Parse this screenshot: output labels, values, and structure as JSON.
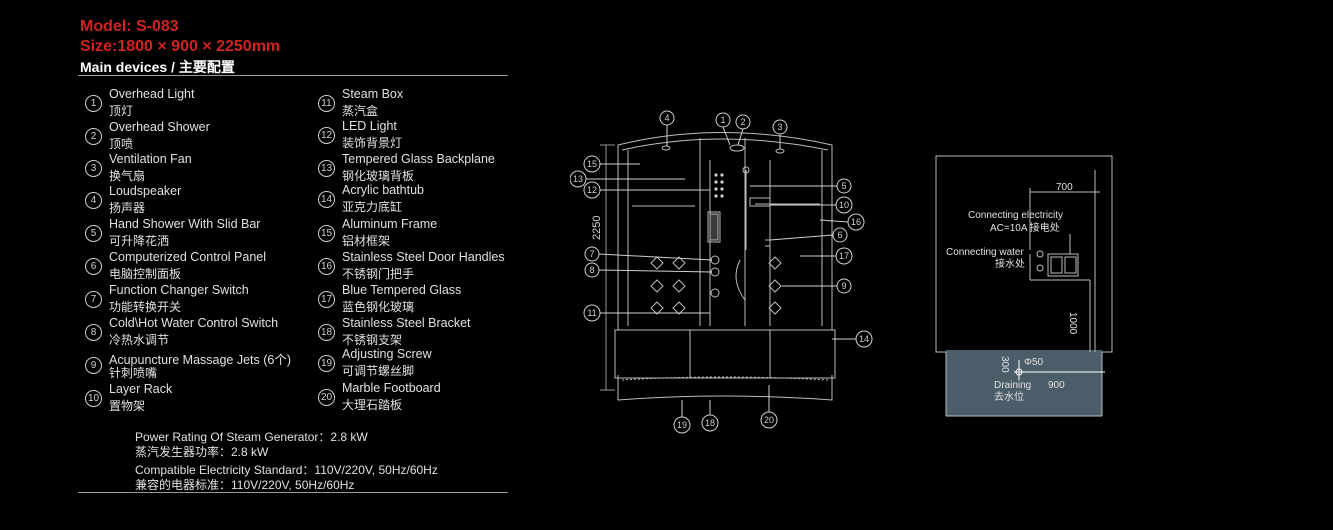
{
  "header": {
    "model": "Model: S-083",
    "size": "Size:1800 × 900 × 2250mm",
    "main_devices": "Main devices / 主要配置"
  },
  "devices_left": [
    {
      "num": "1",
      "en": "Overhead Light",
      "cn": "顶灯"
    },
    {
      "num": "2",
      "en": "Overhead Shower",
      "cn": "顶喷"
    },
    {
      "num": "3",
      "en": "Ventilation Fan",
      "cn": "换气扇"
    },
    {
      "num": "4",
      "en": "Loudspeaker",
      "cn": "扬声器"
    },
    {
      "num": "5",
      "en": "Hand Shower With Slid Bar",
      "cn": "可升降花洒"
    },
    {
      "num": "6",
      "en": "Computerized Control Panel",
      "cn": "电脑控制面板"
    },
    {
      "num": "7",
      "en": "Function Changer Switch",
      "cn": "功能转换开关"
    },
    {
      "num": "8",
      "en": "Cold\\Hot Water Control Switch",
      "cn": "冷热水调节"
    },
    {
      "num": "9",
      "en": "Acupuncture Massage Jets (6个)",
      "cn": "针刺喷嘴"
    },
    {
      "num": "10",
      "en": "Layer Rack",
      "cn": "置物架"
    }
  ],
  "devices_right": [
    {
      "num": "11",
      "en": "Steam Box",
      "cn": "蒸汽盒"
    },
    {
      "num": "12",
      "en": "LED Light",
      "cn": "装饰背景灯"
    },
    {
      "num": "13",
      "en": "Tempered Glass Backplane",
      "cn": "钢化玻璃背板"
    },
    {
      "num": "14",
      "en": "Acrylic bathtub",
      "cn": "亚克力底缸"
    },
    {
      "num": "15",
      "en": "Aluminum Frame",
      "cn": "铝材框架"
    },
    {
      "num": "16",
      "en": "Stainless Steel Door Handles",
      "cn": "不锈钢门把手"
    },
    {
      "num": "17",
      "en": "Blue Tempered Glass",
      "cn": "蓝色钢化玻璃"
    },
    {
      "num": "18",
      "en": "Stainless Steel Bracket",
      "cn": "不锈钢支架"
    },
    {
      "num": "19",
      "en": "Adjusting Screw",
      "cn": "可调节螺丝脚"
    },
    {
      "num": "20",
      "en": "Marble Footboard",
      "cn": "大理石踏板"
    }
  ],
  "specs": [
    "Power Rating Of Steam Generator：2.8 kW",
    "蒸汽发生器功率：2.8 kW",
    "Compatible Electricity Standard：110V/220V, 50Hz/60Hz",
    "兼容的电器标准：110V/220V, 50Hz/60Hz"
  ],
  "drawing": {
    "height_label": "2250",
    "callouts": [
      "1",
      "2",
      "3",
      "4",
      "15",
      "13",
      "12",
      "7",
      "8",
      "11",
      "5",
      "10",
      "16",
      "6",
      "17",
      "9",
      "14",
      "19",
      "18",
      "20"
    ]
  },
  "plan": {
    "dim_700": "700",
    "dim_1000": "1000",
    "dim_300": "300",
    "dim_phi50": "Φ50",
    "dim_900": "900",
    "connecting_electricity": "Connecting electricity",
    "ac": "AC=10A 接电处",
    "connecting_water": "Connecting water",
    "water_cn": "接水处",
    "draining": "Draining",
    "draining_cn": "去水位"
  },
  "colors": {
    "title_red": "#d0231f",
    "tub_blue": "#4a5d68"
  }
}
